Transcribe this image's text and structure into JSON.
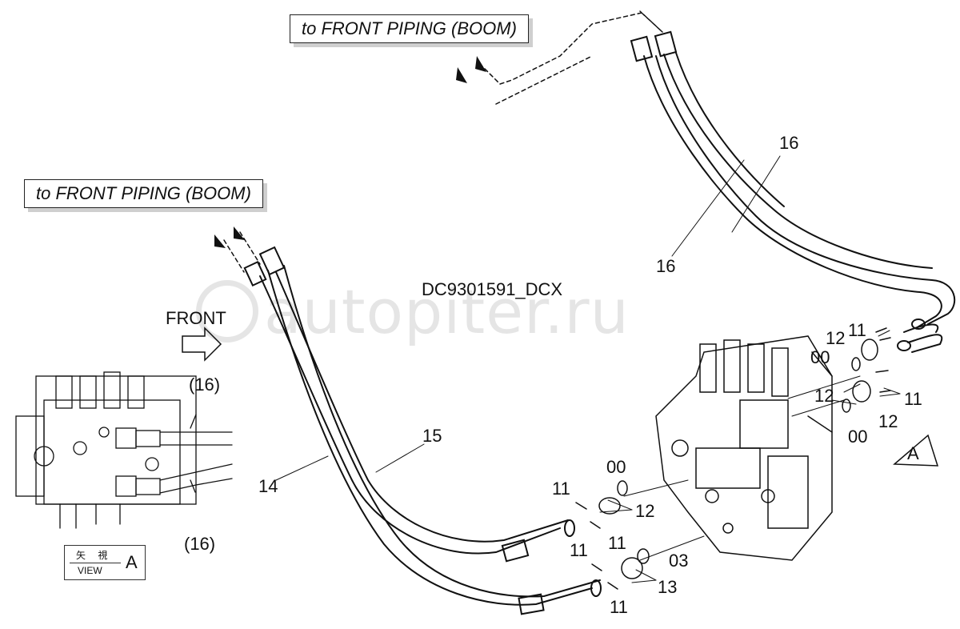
{
  "callouts": {
    "boom_top": "to FRONT PIPING (BOOM)",
    "boom_left": "to FRONT PIPING (BOOM)"
  },
  "drawing_code": "DC9301591_DCX",
  "watermark": "autopiter.ru",
  "direction": {
    "front": "FRONT"
  },
  "view_marker": {
    "letter": "A"
  },
  "view_box": {
    "kanji": "矢 視",
    "label": "VIEW",
    "letter": "A"
  },
  "part_labels": {
    "p16_upper": "16",
    "p16_lower": "16",
    "p15": "15",
    "p14": "14",
    "p11_a": "11",
    "p12_a": "12",
    "p00_a": "00",
    "p12_b": "12",
    "p11_b": "11",
    "p12_c": "12",
    "p00_b": "00",
    "p00_c": "00",
    "p11_c": "11",
    "p12_d": "12",
    "p11_d": "11",
    "p11_e": "11",
    "p03": "03",
    "p13": "13",
    "p11_f": "11",
    "ref16_a": "(16)",
    "ref16_b": "(16)"
  }
}
